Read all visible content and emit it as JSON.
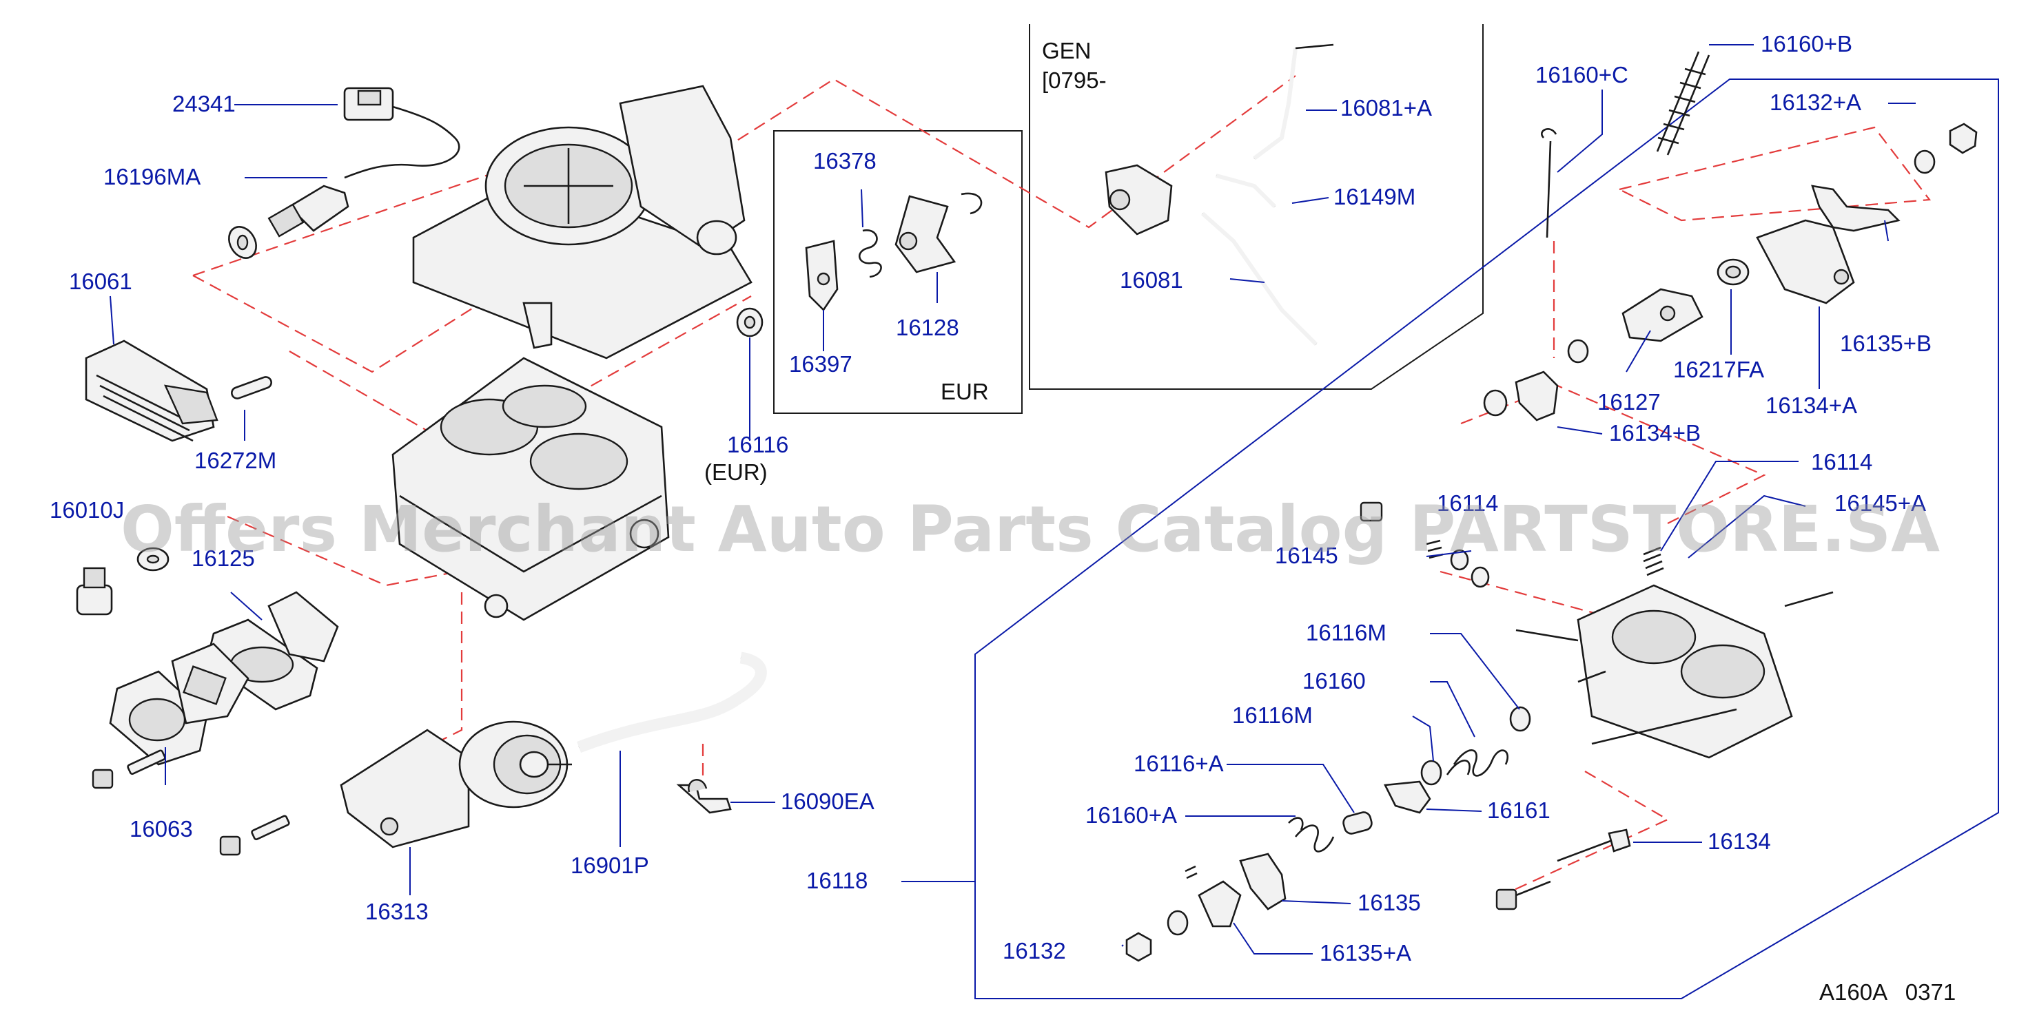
{
  "labels": {
    "p24341": "24341",
    "p16196MA": "16196MA",
    "p16061": "16061",
    "p16272M": "16272M",
    "p16010J": "16010J",
    "p16125": "16125",
    "p16063": "16063",
    "p16313": "16313",
    "p16901P": "16901P",
    "p16090EA": "16090EA",
    "p16116": "16116",
    "p16116_note": "(EUR)",
    "p16378": "16378",
    "p16397": "16397",
    "p16128": "16128",
    "eur_box": "EUR",
    "gen_title": "GEN",
    "gen_range": "[0795-",
    "p16081A": "16081+A",
    "p16149M": "16149M",
    "p16081": "16081",
    "p16160C": "16160+C",
    "p16160B": "16160+B",
    "p16132A": "16132+A",
    "p16127": "16127",
    "p16217FA": "16217FA",
    "p16134A": "16134+A",
    "p16135B": "16135+B",
    "p16134B": "16134+B",
    "p16114": "16114",
    "p16114b": "16114",
    "p16145A": "16145+A",
    "p16145": "16145",
    "p16116M_a": "16116M",
    "p16160": "16160",
    "p16116M_b": "16116M",
    "p16116A": "16116+A",
    "p16160A": "16160+A",
    "p16161": "16161",
    "p16118": "16118",
    "p16135": "16135",
    "p16132": "16132",
    "p16135A": "16135+A",
    "p16134": "16134",
    "drawing_code": "A160A   0371"
  },
  "watermark": "Offers Merchant Auto Parts Catalog PARTSTORE.SA",
  "colors": {
    "label_blue": "#0a1aa8",
    "dashed_red": "#e33b3b",
    "line_black": "#1a1a1a"
  }
}
